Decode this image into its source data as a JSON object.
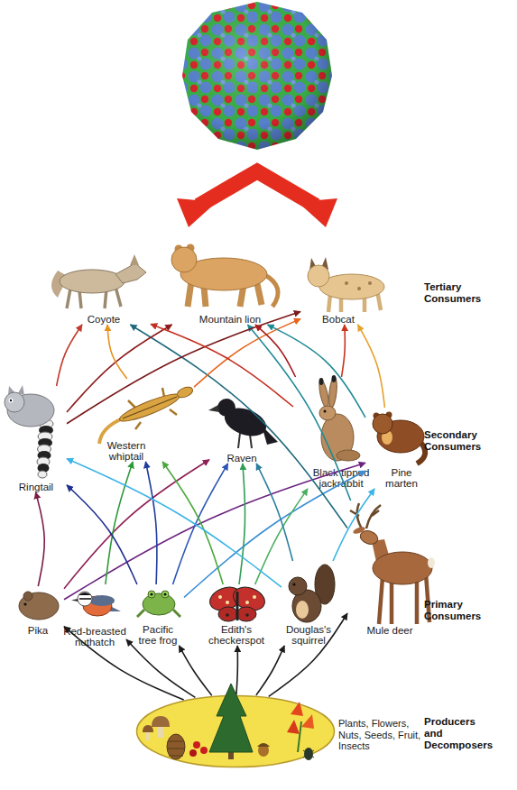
{
  "diagram": {
    "nodes": [
      {
        "text": [
          "Coyote"
        ]
      },
      {
        "text": [
          "Mountain lion"
        ]
      },
      {
        "text": [
          "Bobcat"
        ]
      },
      {
        "text": [
          "Ringtail"
        ]
      },
      {
        "text": [
          "Western whiptail"
        ]
      },
      {
        "text": [
          "Raven"
        ]
      },
      {
        "text": [
          "Black tipped jackrabbit"
        ]
      },
      {
        "text": [
          "Pine marten"
        ]
      },
      {
        "text": [
          "Pika"
        ]
      },
      {
        "text": [
          "Red-breasted nuthatch"
        ]
      },
      {
        "text": [
          "Pacific tree frog"
        ]
      },
      {
        "text": [
          "Edith's checkerspot"
        ]
      },
      {
        "text": [
          "Douglas's squirrel"
        ]
      },
      {
        "text": [
          "Mule deer"
        ]
      },
      {
        "text": [
          "Plants, Flowers, Nuts, Seeds, Fruit, Insects"
        ]
      }
    ],
    "edges": [
      {
        "from": 14,
        "to": 8,
        "arrow": "to"
      },
      {
        "from": 14,
        "to": 9,
        "arrow": "to"
      },
      {
        "from": 14,
        "to": 10,
        "arrow": "to"
      },
      {
        "from": 14,
        "to": 11,
        "arrow": "to"
      },
      {
        "from": 14,
        "to": 12,
        "arrow": "to"
      },
      {
        "from": 14,
        "to": 13,
        "arrow": "to"
      },
      {
        "from": 8,
        "to": 3,
        "arrow": "to"
      },
      {
        "from": 8,
        "to": 5,
        "arrow": "to"
      },
      {
        "from": 8,
        "to": 7,
        "arrow": "to"
      },
      {
        "from": 9,
        "to": 4,
        "arrow": "to"
      },
      {
        "from": 10,
        "to": 3,
        "arrow": "to"
      },
      {
        "from": 10,
        "to": 4,
        "arrow": "to"
      },
      {
        "from": 10,
        "to": 5,
        "arrow": "to"
      },
      {
        "from": 10,
        "to": 7,
        "arrow": "to"
      },
      {
        "from": 11,
        "to": 4,
        "arrow": "to"
      },
      {
        "from": 11,
        "to": 5,
        "arrow": "to"
      },
      {
        "from": 11,
        "to": 6,
        "arrow": "to"
      },
      {
        "from": 12,
        "to": 3,
        "arrow": "to"
      },
      {
        "from": 12,
        "to": 5,
        "arrow": "to"
      },
      {
        "from": 12,
        "to": 7,
        "arrow": "to"
      },
      {
        "from": 13,
        "to": 0,
        "arrow": "to"
      },
      {
        "from": 13,
        "to": 1,
        "arrow": "to"
      },
      {
        "from": 3,
        "to": 0,
        "arrow": "to"
      },
      {
        "from": 3,
        "to": 1,
        "arrow": "to"
      },
      {
        "from": 3,
        "to": 2,
        "arrow": "to"
      },
      {
        "from": 4,
        "to": 0,
        "arrow": "to"
      },
      {
        "from": 4,
        "to": 2,
        "arrow": "to"
      },
      {
        "from": 6,
        "to": 0,
        "arrow": "to"
      },
      {
        "from": 6,
        "to": 1,
        "arrow": "to"
      },
      {
        "from": 6,
        "to": 2,
        "arrow": "to"
      },
      {
        "from": 7,
        "to": 1,
        "arrow": "to"
      },
      {
        "from": 7,
        "to": 2,
        "arrow": "to"
      }
    ],
    "labels": [
      "Tertiary Consumers",
      "Secondary Consumers",
      "Primary Consumers",
      "Producers and Decomposers"
    ]
  }
}
